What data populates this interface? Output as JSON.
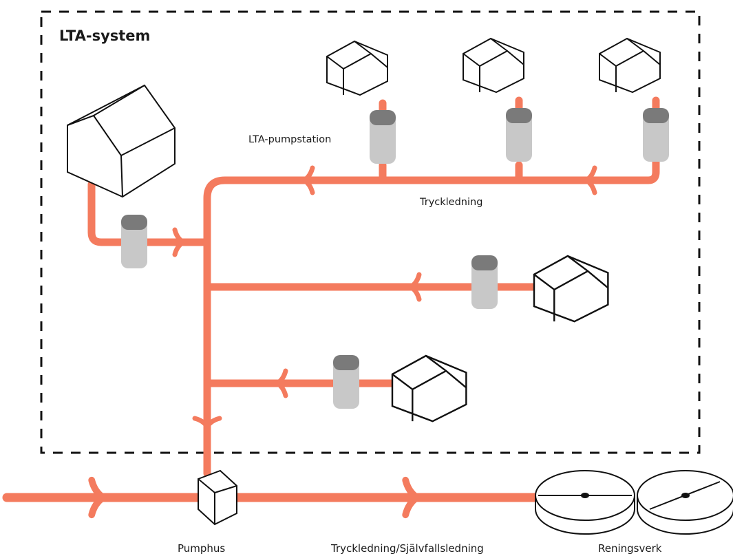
{
  "diagram": {
    "title": "LTA-system",
    "labels": {
      "pump_station": "LTA-pumpstation",
      "pressure_line": "Tryckledning",
      "pump_house": "Pumphus",
      "outlet_line": "Tryckledning/Självfallsledning",
      "treatment_plant": "Reningsverk"
    },
    "colors": {
      "pipe": "#F47B5E",
      "tank_body": "#C8C8C8",
      "tank_lid": "#7A7A7A",
      "outline": "#111111",
      "border": "#111111"
    },
    "icons": [
      "house-icon",
      "pump-tank-icon",
      "flow-arrow-icon",
      "pump-house-icon",
      "treatment-basin-icon"
    ]
  }
}
